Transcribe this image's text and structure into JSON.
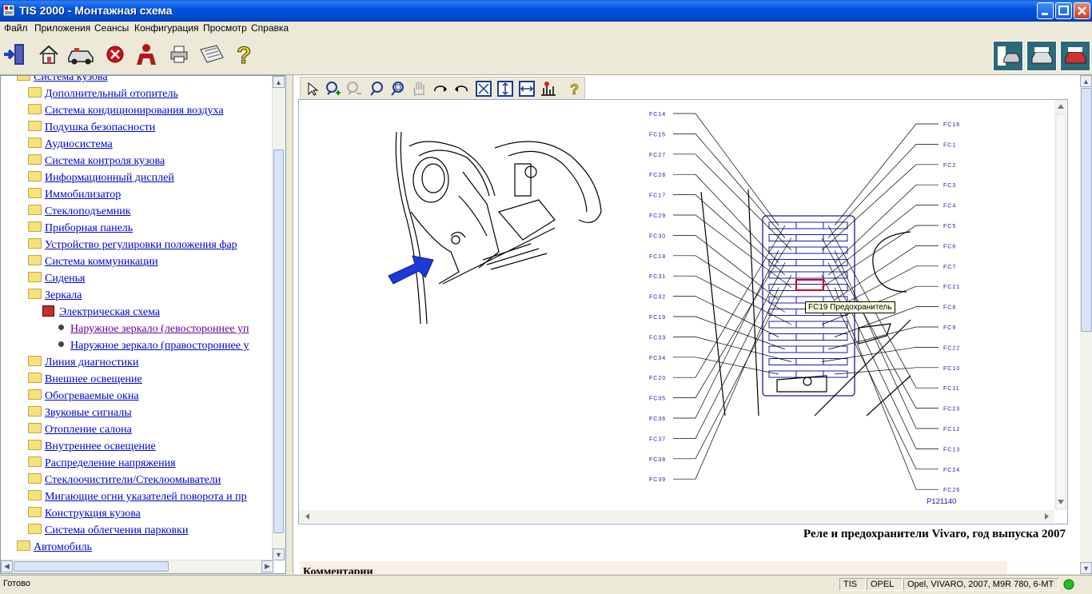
{
  "window": {
    "title": "TIS 2000 - Монтажная схема"
  },
  "menu": [
    "Файл",
    "Приложения",
    "Сеансы",
    "Конфигурация",
    "Просмотр",
    "Справка"
  ],
  "toolbar_icons": [
    "exit-icon",
    "home-icon",
    "vehicle-icon",
    "stop-icon",
    "user-icon",
    "print-icon",
    "notes-icon",
    "help-icon"
  ],
  "tree": {
    "items": [
      {
        "label": "Система кузова",
        "level": 1,
        "type": "folder-open"
      },
      {
        "label": "Дополнительный отопитель",
        "level": 2,
        "type": "folder"
      },
      {
        "label": "Система кондиционирования воздуха",
        "level": 2,
        "type": "folder"
      },
      {
        "label": "Подушка безопасности",
        "level": 2,
        "type": "folder"
      },
      {
        "label": "Аудиосистема",
        "level": 2,
        "type": "folder"
      },
      {
        "label": "Система контроля кузова",
        "level": 2,
        "type": "folder"
      },
      {
        "label": "Информационный дисплей",
        "level": 2,
        "type": "folder"
      },
      {
        "label": "Иммобилизатор",
        "level": 2,
        "type": "folder"
      },
      {
        "label": "Стеклоподъемник",
        "level": 2,
        "type": "folder"
      },
      {
        "label": "Приборная панель",
        "level": 2,
        "type": "folder"
      },
      {
        "label": "Устройство регулировки положения фар",
        "level": 2,
        "type": "folder"
      },
      {
        "label": "Система коммуникации",
        "level": 2,
        "type": "folder"
      },
      {
        "label": "Сиденья",
        "level": 2,
        "type": "folder"
      },
      {
        "label": "Зеркала",
        "level": 2,
        "type": "folder-open"
      },
      {
        "label": "Электрическая схема",
        "level": 3,
        "type": "book"
      },
      {
        "label": "Наружное зеркало (левостороннее уп",
        "level": 4,
        "type": "bullet",
        "visited": true
      },
      {
        "label": "Наружное зеркало (правостороннее у",
        "level": 4,
        "type": "bullet"
      },
      {
        "label": "Линия диагностики",
        "level": 2,
        "type": "folder"
      },
      {
        "label": "Внешнее освещение",
        "level": 2,
        "type": "folder"
      },
      {
        "label": "Обогреваемые окна",
        "level": 2,
        "type": "folder"
      },
      {
        "label": "Звуковые сигналы",
        "level": 2,
        "type": "folder"
      },
      {
        "label": "Отопление салона",
        "level": 2,
        "type": "folder"
      },
      {
        "label": "Внутреннее освещение",
        "level": 2,
        "type": "folder"
      },
      {
        "label": "Распределение напряжения",
        "level": 2,
        "type": "folder"
      },
      {
        "label": "Стеклоочистители/Стеклоомыватели",
        "level": 2,
        "type": "folder"
      },
      {
        "label": "Мигающие огни указателей поворота и пр",
        "level": 2,
        "type": "folder"
      },
      {
        "label": "Конструкция кузова",
        "level": 2,
        "type": "folder"
      },
      {
        "label": "Система облегчения парковки",
        "level": 2,
        "type": "folder"
      },
      {
        "label": "Автомобиль",
        "level": 1,
        "type": "folder"
      }
    ]
  },
  "diagram": {
    "left_labels": [
      "FC14",
      "FC15",
      "FC27",
      "FC28",
      "FC17",
      "FC29",
      "FC30",
      "FC18",
      "FC31",
      "FC32",
      "FC19",
      "FC33",
      "FC34",
      "FC20",
      "FC35",
      "FC36",
      "FC37",
      "FC38",
      "FC39"
    ],
    "right_labels": [
      "FC16",
      "FC1",
      "FC2",
      "FC3",
      "FC4",
      "FC5",
      "FC6",
      "FC7",
      "FC21",
      "FC8",
      "FC9",
      "FC22",
      "FC10",
      "FC11",
      "FC23",
      "FC12",
      "FC13",
      "FC24",
      "FC26"
    ],
    "tooltip": "FC19 Предохранитель",
    "figure_id": "P121140"
  },
  "caption": "Реле и предохранители Vivaro, год выпуска 2007",
  "comments_heading": "Комментарии",
  "status": {
    "ready": "Готово",
    "app": "TIS",
    "brand": "OPEL",
    "vehicle": "Opel, VIVARO, 2007, M9R 780, 6-MT"
  },
  "colors": {
    "titlebar": "#0054e3",
    "link": "#0000cc",
    "diagram_line": "#1a1aa8",
    "highlight": "#cc0022"
  }
}
